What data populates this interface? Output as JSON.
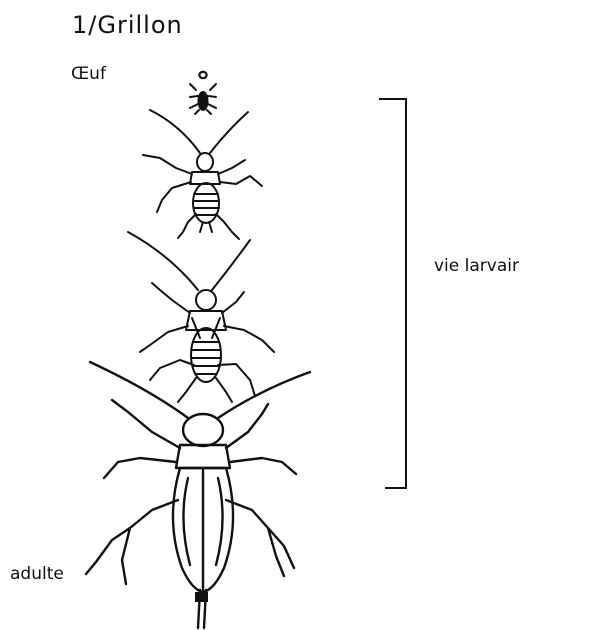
{
  "title": "1/Grillon",
  "stages": {
    "egg": "Œuf",
    "larval_life": "vie larvair",
    "adult": "adulte"
  }
}
